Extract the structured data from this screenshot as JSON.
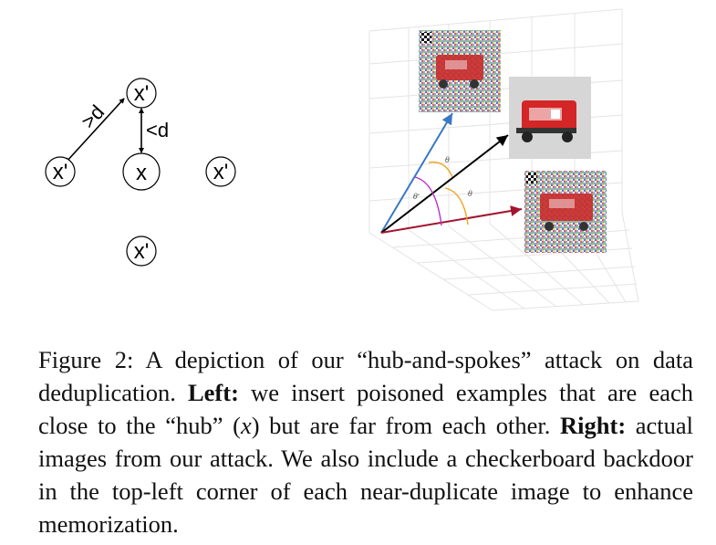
{
  "diagram": {
    "nodes": {
      "top": "x'",
      "hub": "x",
      "left": "x'",
      "right": "x'",
      "bottom": "x'"
    },
    "edges": {
      "far": ">d",
      "near": "<d"
    },
    "angles": {
      "theta": "θ",
      "theta_prime": "θ'"
    }
  },
  "images": [
    {
      "name": "poisoned-image-top",
      "content": "noisy red toy truck with checkerboard corner"
    },
    {
      "name": "hub-image",
      "content": "red toy truck photo"
    },
    {
      "name": "poisoned-image-right",
      "content": "noisy red toy truck with checkerboard corner"
    }
  ],
  "colors": {
    "blue_vector": "#3a78c2",
    "black_vector": "#000000",
    "red_vector": "#a3142e",
    "theta_arc": "#f0a21c",
    "theta_prime_arc": "#b62ec8"
  },
  "caption": {
    "prefix": "Figure 2: A depiction of our “hub-and-spokes” attack on data deduplication. ",
    "left_label": "Left:",
    "left_text_a": " we insert poisoned examples that are each close to the “hub” (",
    "left_math": "x",
    "left_text_b": ") but are far from each other. ",
    "right_label": "Right:",
    "right_text": " actual images from our attack. We also include a checkerboard backdoor in the top-left corner of each near-duplicate image to enhance memorization."
  }
}
